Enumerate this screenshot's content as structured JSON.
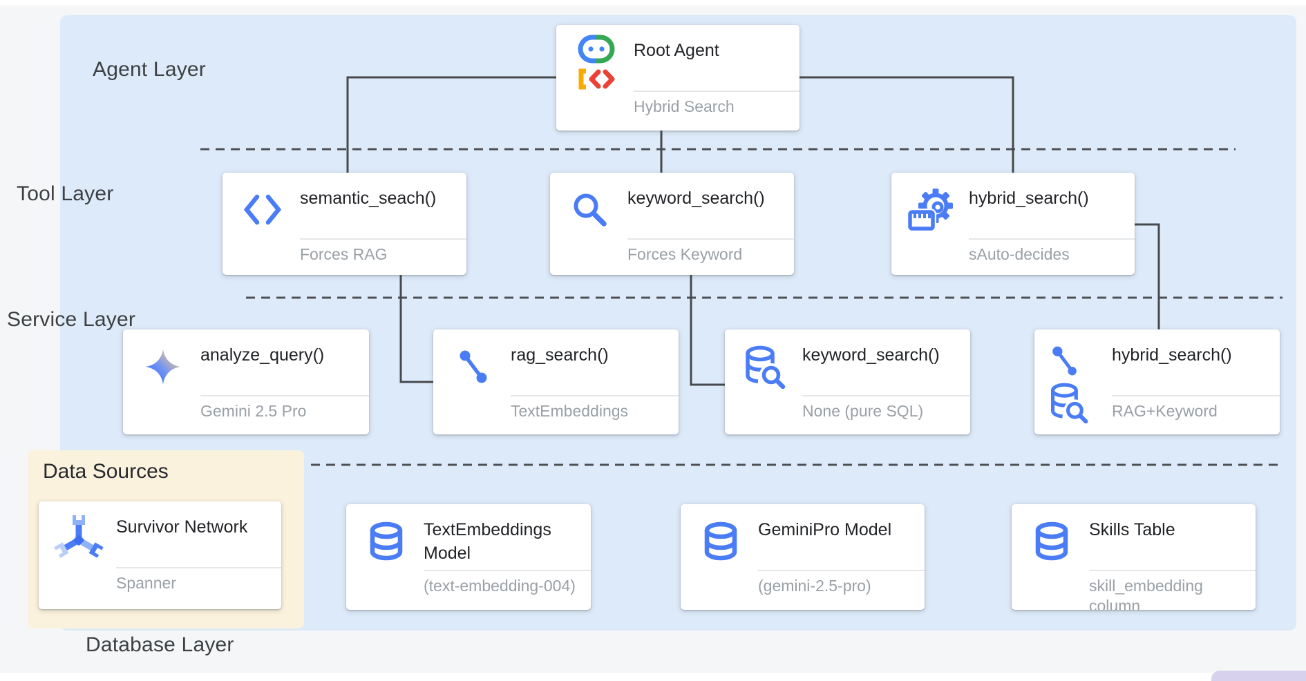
{
  "layer_labels": {
    "agent": "Agent Layer",
    "tool": "Tool Layer",
    "service": "Service Layer",
    "database": "Database Layer"
  },
  "data_sources_group": {
    "title": "Data Sources"
  },
  "nodes": {
    "root_agent": {
      "title": "Root Agent",
      "subtitle": "Hybrid Search",
      "icon": "adk-robot-icon"
    },
    "semantic_search_tool": {
      "title": "semantic_seach()",
      "subtitle": "Forces RAG",
      "icon": "code-icon"
    },
    "keyword_search_tool": {
      "title": "keyword_search()",
      "subtitle": "Forces Keyword",
      "icon": "search-icon"
    },
    "hybrid_search_tool": {
      "title": "hybrid_search()",
      "subtitle": "sAuto-decides",
      "icon": "gear-settings-icon"
    },
    "analyze_query_service": {
      "title": "analyze_query()",
      "subtitle": "Gemini 2.5 Pro",
      "icon": "gemini-sparkle-icon"
    },
    "rag_search_service": {
      "title": "rag_search()",
      "subtitle": "TextEmbeddings",
      "icon": "vector-link-icon"
    },
    "keyword_search_service": {
      "title": "keyword_search()",
      "subtitle": "None (pure SQL)",
      "icon": "database-search-icon"
    },
    "hybrid_search_service": {
      "title": "hybrid_search()",
      "subtitle": "RAG+Keyword",
      "icon": "vector-link-icon + database-search-icon"
    },
    "survivor_network": {
      "title": "Survivor Network",
      "subtitle": "Spanner",
      "icon": "spanner-network-icon"
    },
    "text_embeddings_model": {
      "title": "TextEmbeddings Model",
      "subtitle": "(text-embedding-004)",
      "icon": "database-icon"
    },
    "geminipro_model": {
      "title": "GeminiPro Model",
      "subtitle": "(gemini-2.5-pro)",
      "icon": "database-icon"
    },
    "skills_table": {
      "title": "Skills Table",
      "subtitle": "skill_embedding column",
      "icon": "database-icon"
    }
  },
  "colors": {
    "panel_blue": "#ddeaf9",
    "data_sources_bg": "#faf2dd",
    "icon_blue": "#4a7cf5",
    "wire_gray": "#46494d",
    "title_text": "#212327",
    "subtitle_text": "#9aa0a6",
    "page_bg": "#f5f6f7",
    "corner_lavender": "#d8d1ed"
  }
}
